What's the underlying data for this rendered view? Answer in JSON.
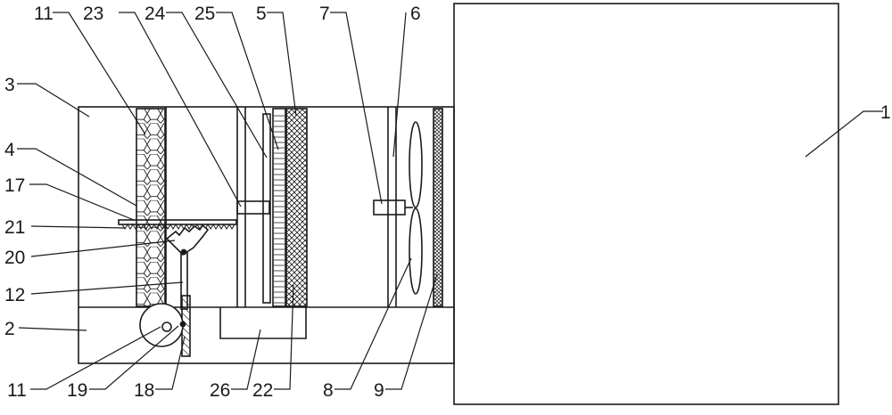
{
  "labels": {
    "top": [
      "11",
      "23",
      "24",
      "25",
      "5",
      "7",
      "6"
    ],
    "left": [
      "3",
      "4",
      "17",
      "21",
      "20",
      "12",
      "2"
    ],
    "bottom": [
      "11",
      "19",
      "18",
      "26",
      "22",
      "8",
      "9"
    ],
    "right": [
      "1"
    ]
  },
  "colors": {
    "line": "#1a1a1a",
    "background": "#ffffff"
  }
}
